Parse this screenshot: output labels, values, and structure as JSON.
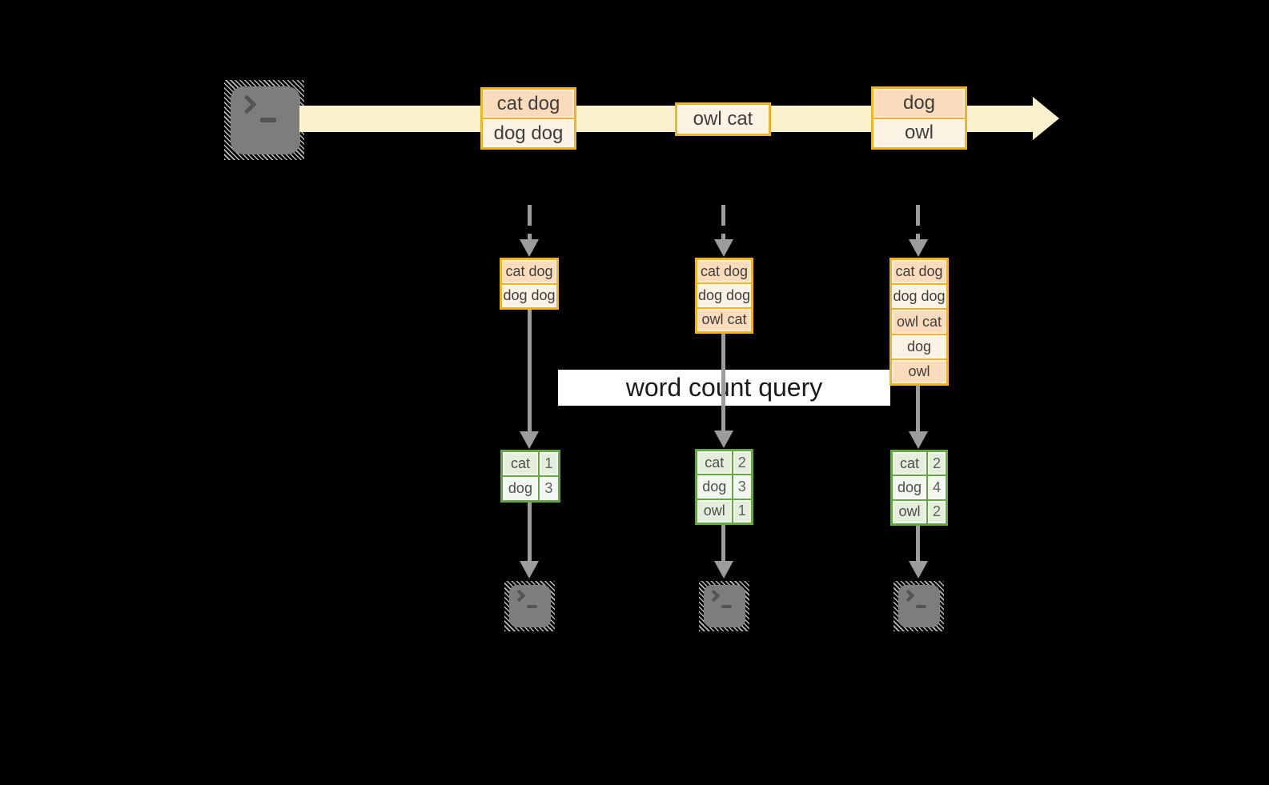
{
  "diagram": {
    "title_hidden": "",
    "query_label": "word count query",
    "stream_events": [
      {
        "rows": [
          "cat dog",
          "dog dog"
        ]
      },
      {
        "rows": [
          "owl cat"
        ]
      },
      {
        "rows": [
          "dog",
          "owl"
        ]
      }
    ],
    "partitions": [
      {
        "records": [
          "cat dog",
          "dog dog"
        ]
      },
      {
        "records": [
          "cat dog",
          "dog dog",
          "owl cat"
        ]
      },
      {
        "records": [
          "cat dog",
          "dog dog",
          "owl cat",
          "dog",
          "owl"
        ]
      }
    ],
    "results": [
      {
        "rows": [
          {
            "word": "cat",
            "count": "1"
          },
          {
            "word": "dog",
            "count": "3"
          }
        ]
      },
      {
        "rows": [
          {
            "word": "cat",
            "count": "2"
          },
          {
            "word": "dog",
            "count": "3"
          },
          {
            "word": "owl",
            "count": "1"
          }
        ]
      },
      {
        "rows": [
          {
            "word": "cat",
            "count": "2"
          },
          {
            "word": "dog",
            "count": "4"
          },
          {
            "word": "owl",
            "count": "2"
          }
        ]
      }
    ],
    "colors": {
      "stream_band": "#fbf1ce",
      "box_border": "#f3b31e",
      "box_fill_dark": "#fadcbc",
      "box_fill_light": "#fdf3e4",
      "table_border": "#66a743",
      "table_cell_green": "#e3eedb",
      "table_cell_light": "#f2f7ef",
      "arrow_gray": "#9c9c9c",
      "terminal_gray": "#7d7d7d",
      "banner_bg": "#ffffff"
    }
  }
}
